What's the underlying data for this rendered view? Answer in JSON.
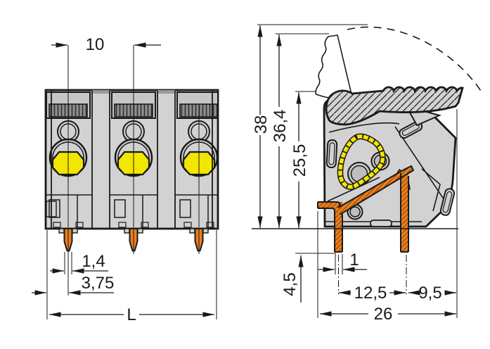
{
  "colors": {
    "background": "#ffffff",
    "body_gray": "#d2d2d2",
    "recess_gray": "#c6c6c6",
    "hex_yellow": "#f3e600",
    "contact_orange": "#ec7f1e",
    "line": "#1a1a1a"
  },
  "front_view": {
    "dimensions": {
      "pole_pitch": "10",
      "pin_width": "1,4",
      "pin_offset": "3,75",
      "overall_length": "L"
    }
  },
  "side_view": {
    "dimensions": {
      "max_height_open": "38",
      "lever_open_height": "36,4",
      "body_height": "25,5",
      "pin_length": "4,5",
      "pin_width": "1",
      "pin_pitch": "12,5",
      "pin_to_edge": "9,5",
      "overall_depth": "26"
    }
  }
}
